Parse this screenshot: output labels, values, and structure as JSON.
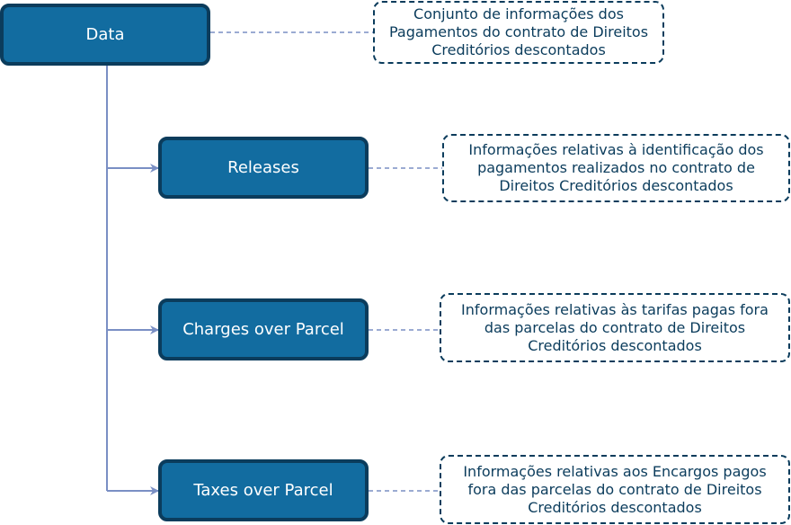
{
  "colors": {
    "node_fill": "#126ca0",
    "node_border": "#0b3c5c",
    "note_border": "#0b3c5c",
    "connector": "#7a8fc4"
  },
  "root": {
    "label": "Data",
    "note": "Conjunto de informações dos Pagamentos do contrato de Direitos Creditórios descontados"
  },
  "children": [
    {
      "label": "Releases",
      "note": "Informações relativas à identificação dos pagamentos realizados no contrato de Direitos Creditórios descontados"
    },
    {
      "label": "Charges over Parcel",
      "note": "Informações relativas às tarifas pagas fora das parcelas do contrato de Direitos Creditórios descontados"
    },
    {
      "label": "Taxes over Parcel",
      "note": "Informações relativas aos Encargos pagos fora das parcelas do contrato de Direitos Creditórios descontados"
    }
  ]
}
